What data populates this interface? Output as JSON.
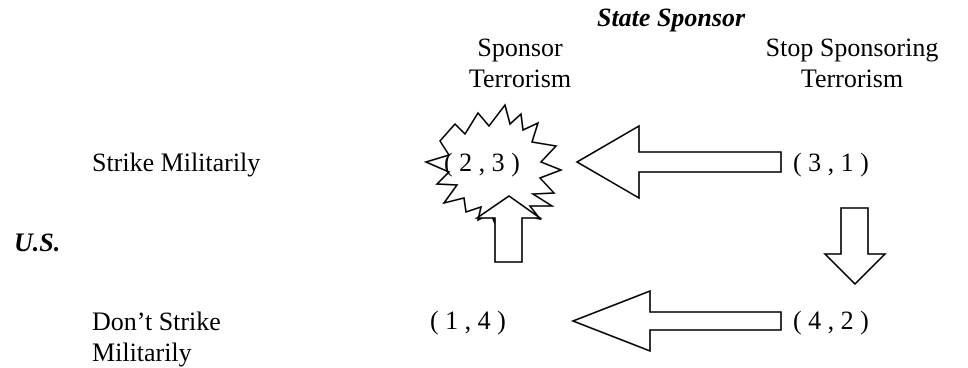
{
  "column_player": {
    "label": "State Sponsor",
    "strategies": [
      {
        "line1": "Sponsor",
        "line2": "Terrorism"
      },
      {
        "line1": "Stop Sponsoring",
        "line2": "Terrorism"
      }
    ]
  },
  "row_player": {
    "label": "U.S.",
    "strategies": [
      {
        "line1": "Strike Militarily",
        "line2": ""
      },
      {
        "line1": "Don’t Strike",
        "line2": "Militarily"
      }
    ]
  },
  "payoffs": {
    "strike_sponsor": "( 2 , 3 )",
    "strike_stop": "( 3 , 1 )",
    "nostrike_sponsor": "( 1 , 4 )",
    "nostrike_stop": "( 4 , 2 )"
  },
  "equilibrium": "( 2 , 3 )",
  "colors": {
    "stroke": "#000000",
    "fill": "#ffffff"
  }
}
